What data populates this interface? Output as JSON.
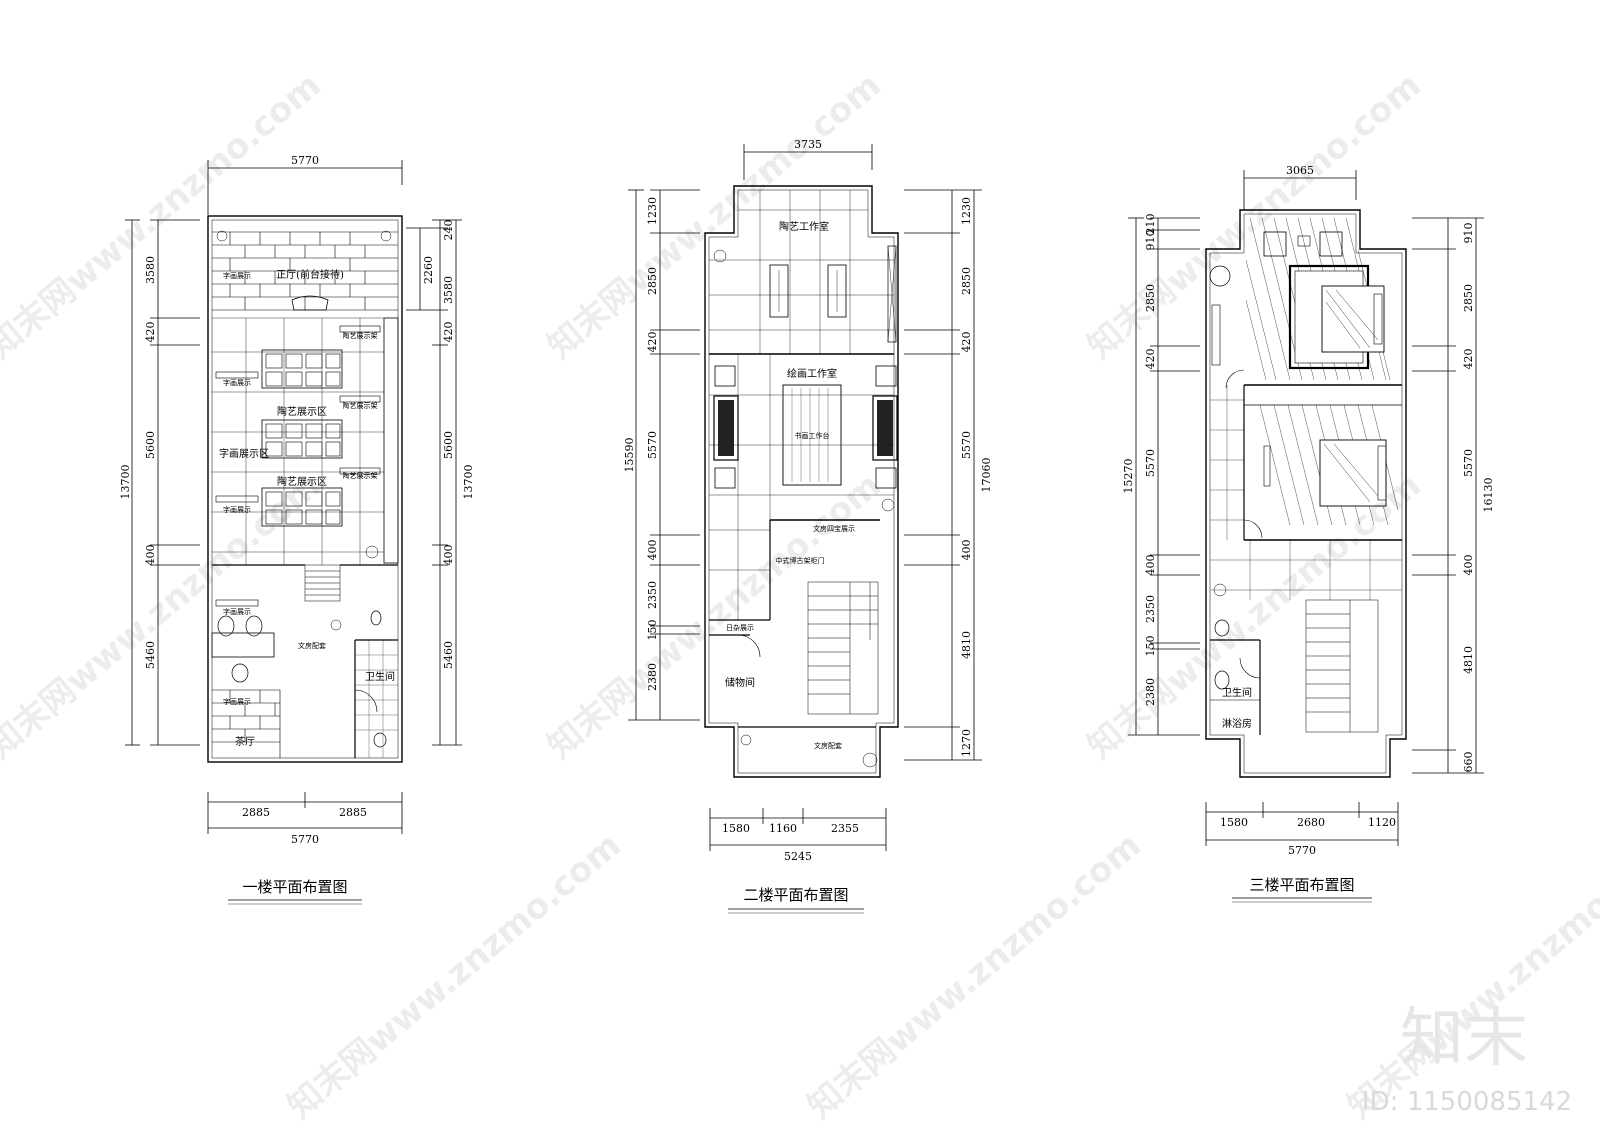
{
  "plans": [
    {
      "title": "一楼平面布置图",
      "top_dim": "5770",
      "left_dims": [
        "3580",
        "420",
        "5600",
        "400",
        "5460"
      ],
      "left_total": "13700",
      "right_dims": [
        "240",
        "2260",
        "3580",
        "420",
        "5600",
        "400",
        "5460"
      ],
      "right_total": "13700",
      "bottom_dims": [
        "2885",
        "2885"
      ],
      "bottom_total": "5770",
      "rooms": [
        "正厅(前台接待)",
        "陶艺展示区",
        "字画展示区",
        "陶艺展示区",
        "卫生间",
        "茶厅",
        "文房配套"
      ],
      "small_labels": [
        "字画展示",
        "陶艺展示架",
        "字画展示",
        "陶艺展示架",
        "字画展示",
        "陶艺展示架",
        "字画展示",
        "字画展示"
      ]
    },
    {
      "title": "二楼平面布置图",
      "top_dim": "3735",
      "left_dims": [
        "1230",
        "2850",
        "420",
        "5570",
        "400",
        "2350",
        "150",
        "2380"
      ],
      "left_total": "15590",
      "right_dims": [
        "1230",
        "2850",
        "420",
        "5570",
        "400",
        "4810",
        "1270"
      ],
      "right_total": "17060",
      "bottom_dims": [
        "1580",
        "1160",
        "2355"
      ],
      "bottom_total": "5245",
      "rooms": [
        "陶艺工作室",
        "绘画工作室",
        "储物间"
      ],
      "small_labels": [
        "书画工作台",
        "文房四宝展示",
        "中式博古架柜门",
        "日杂展示",
        "文房配套"
      ]
    },
    {
      "title": "三楼平面布置图",
      "top_dim": "3065",
      "left_dims": [
        "210",
        "910",
        "2850",
        "420",
        "5570",
        "400",
        "2350",
        "150",
        "2380"
      ],
      "left_total": "15270",
      "right_dims": [
        "910",
        "2850",
        "420",
        "5570",
        "400",
        "4810",
        "660"
      ],
      "right_total": "16130",
      "bottom_dims": [
        "1580",
        "2680",
        "1120"
      ],
      "bottom_total": "5770",
      "rooms": [
        "卫生间",
        "淋浴房"
      ]
    }
  ],
  "watermark": {
    "text": "知末网www.znzmo.com",
    "brand": "知末",
    "id_label": "ID: 1150085142"
  }
}
